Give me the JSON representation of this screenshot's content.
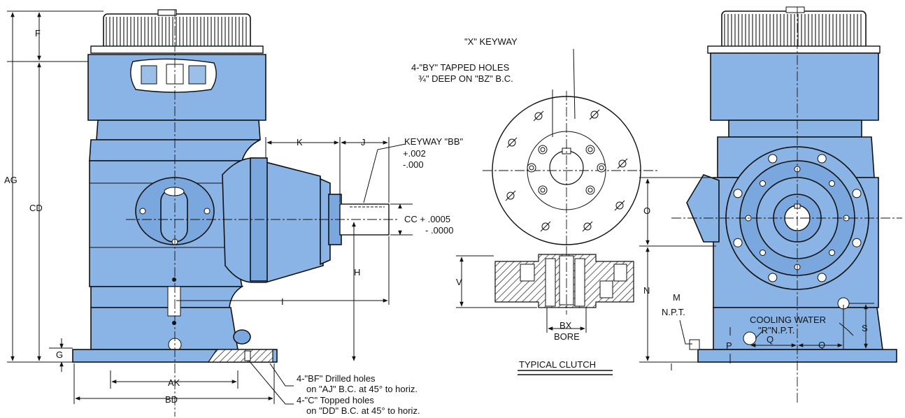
{
  "dimensions": {
    "F": "F",
    "AG": "AG",
    "CD": "CD",
    "G": "G",
    "AK": "AK",
    "BD": "BD",
    "K": "K",
    "J": "J",
    "H": "H",
    "I": "I",
    "O": "O",
    "N": "N",
    "M": "M",
    "NPT": "N.P.T.",
    "P": "P",
    "Q": "Q",
    "S": "S",
    "V": "V",
    "BX": "BX",
    "BORE": "BORE"
  },
  "callouts": {
    "keyway_bb": "KEYWAY \"BB\"",
    "tol_plus_002": "+.002",
    "tol_minus_000": "-.000",
    "cc": "CC + .0005",
    "cc_minus": "- .0000",
    "x_keyway": "\"X\" KEYWAY",
    "by_line1": "4-\"BY\" TAPPED HOLES",
    "by_line2": "¾\" DEEP ON \"BZ\" B.C.",
    "typical_clutch": "TYPICAL CLUTCH",
    "cooling_water": "COOLING WATER",
    "r_npt": "\"R\"N.P.T.",
    "bf_line1": "4-\"BF\" Drilled holes",
    "bf_line2": "on \"AJ\" B.C. at 45° to horiz.",
    "c_line1": "4-\"C\" Topped holes",
    "c_line2": "on \"DD\" B.C. at 45° to horiz."
  }
}
